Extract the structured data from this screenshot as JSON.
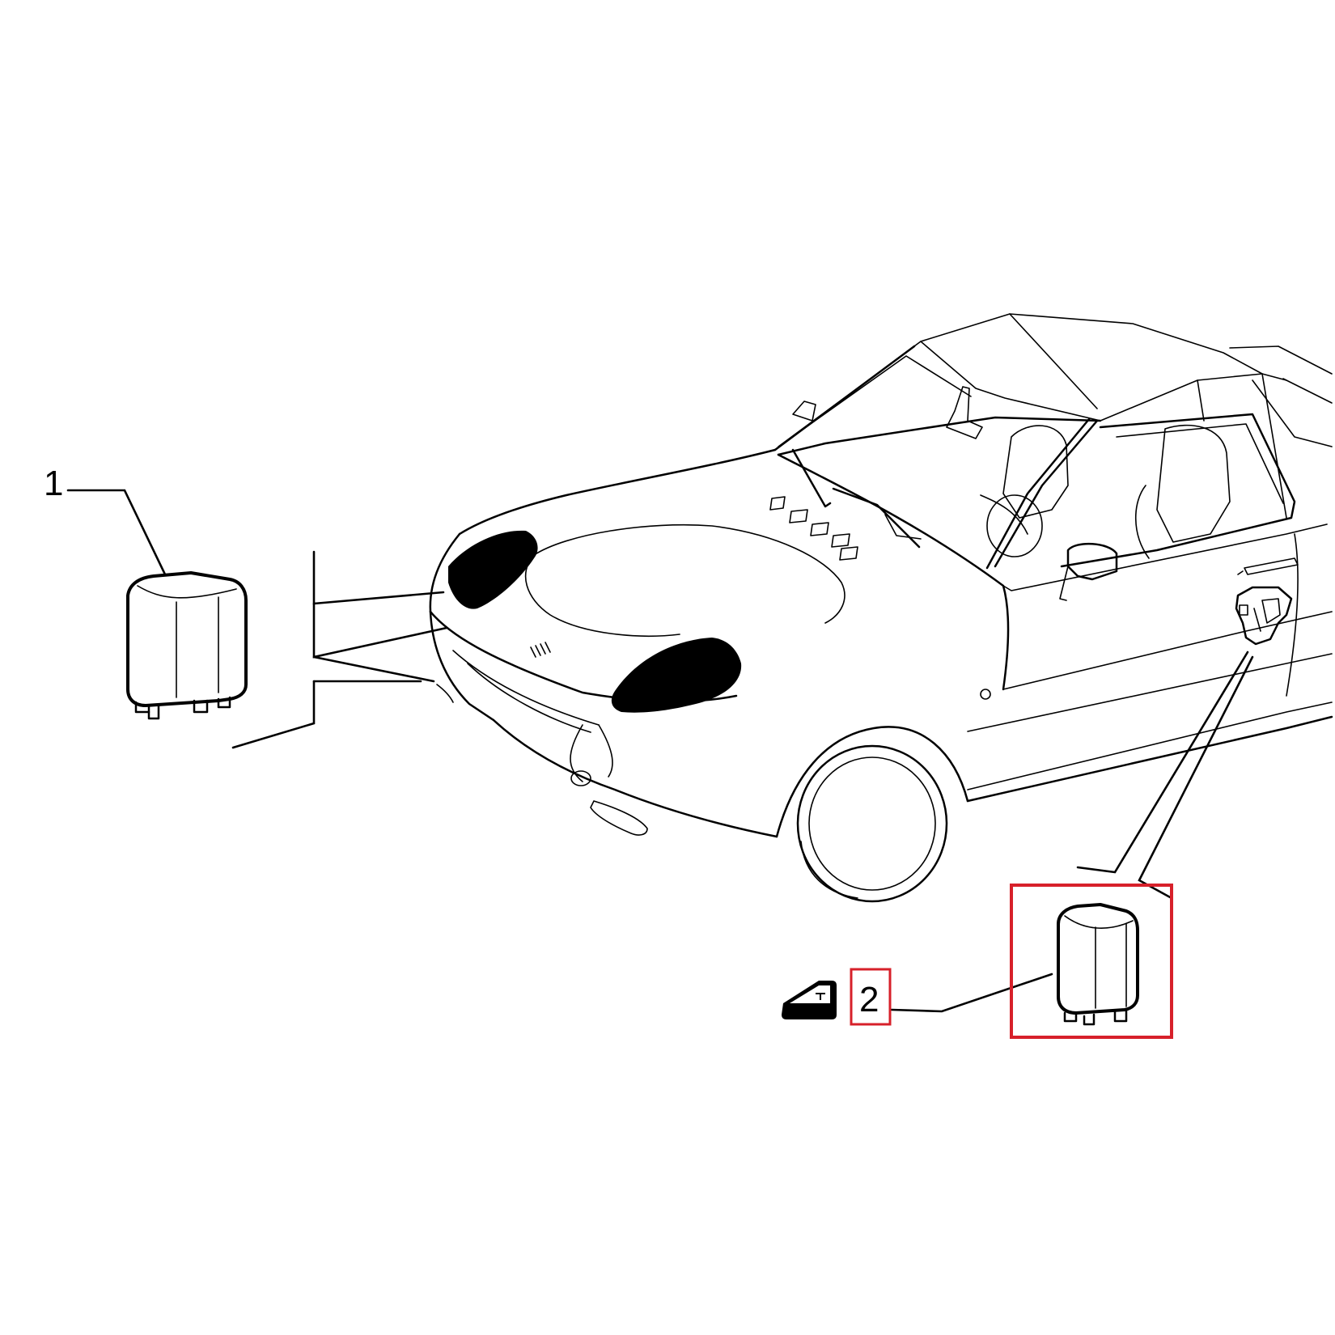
{
  "callouts": [
    {
      "id": "1",
      "label": "1"
    },
    {
      "id": "2",
      "label": "2"
    }
  ],
  "highlight_color": "#d7202a",
  "icons": {
    "door_icon": "door-icon",
    "relay": "relay-icon",
    "vehicle": "car-illustration-icon"
  }
}
